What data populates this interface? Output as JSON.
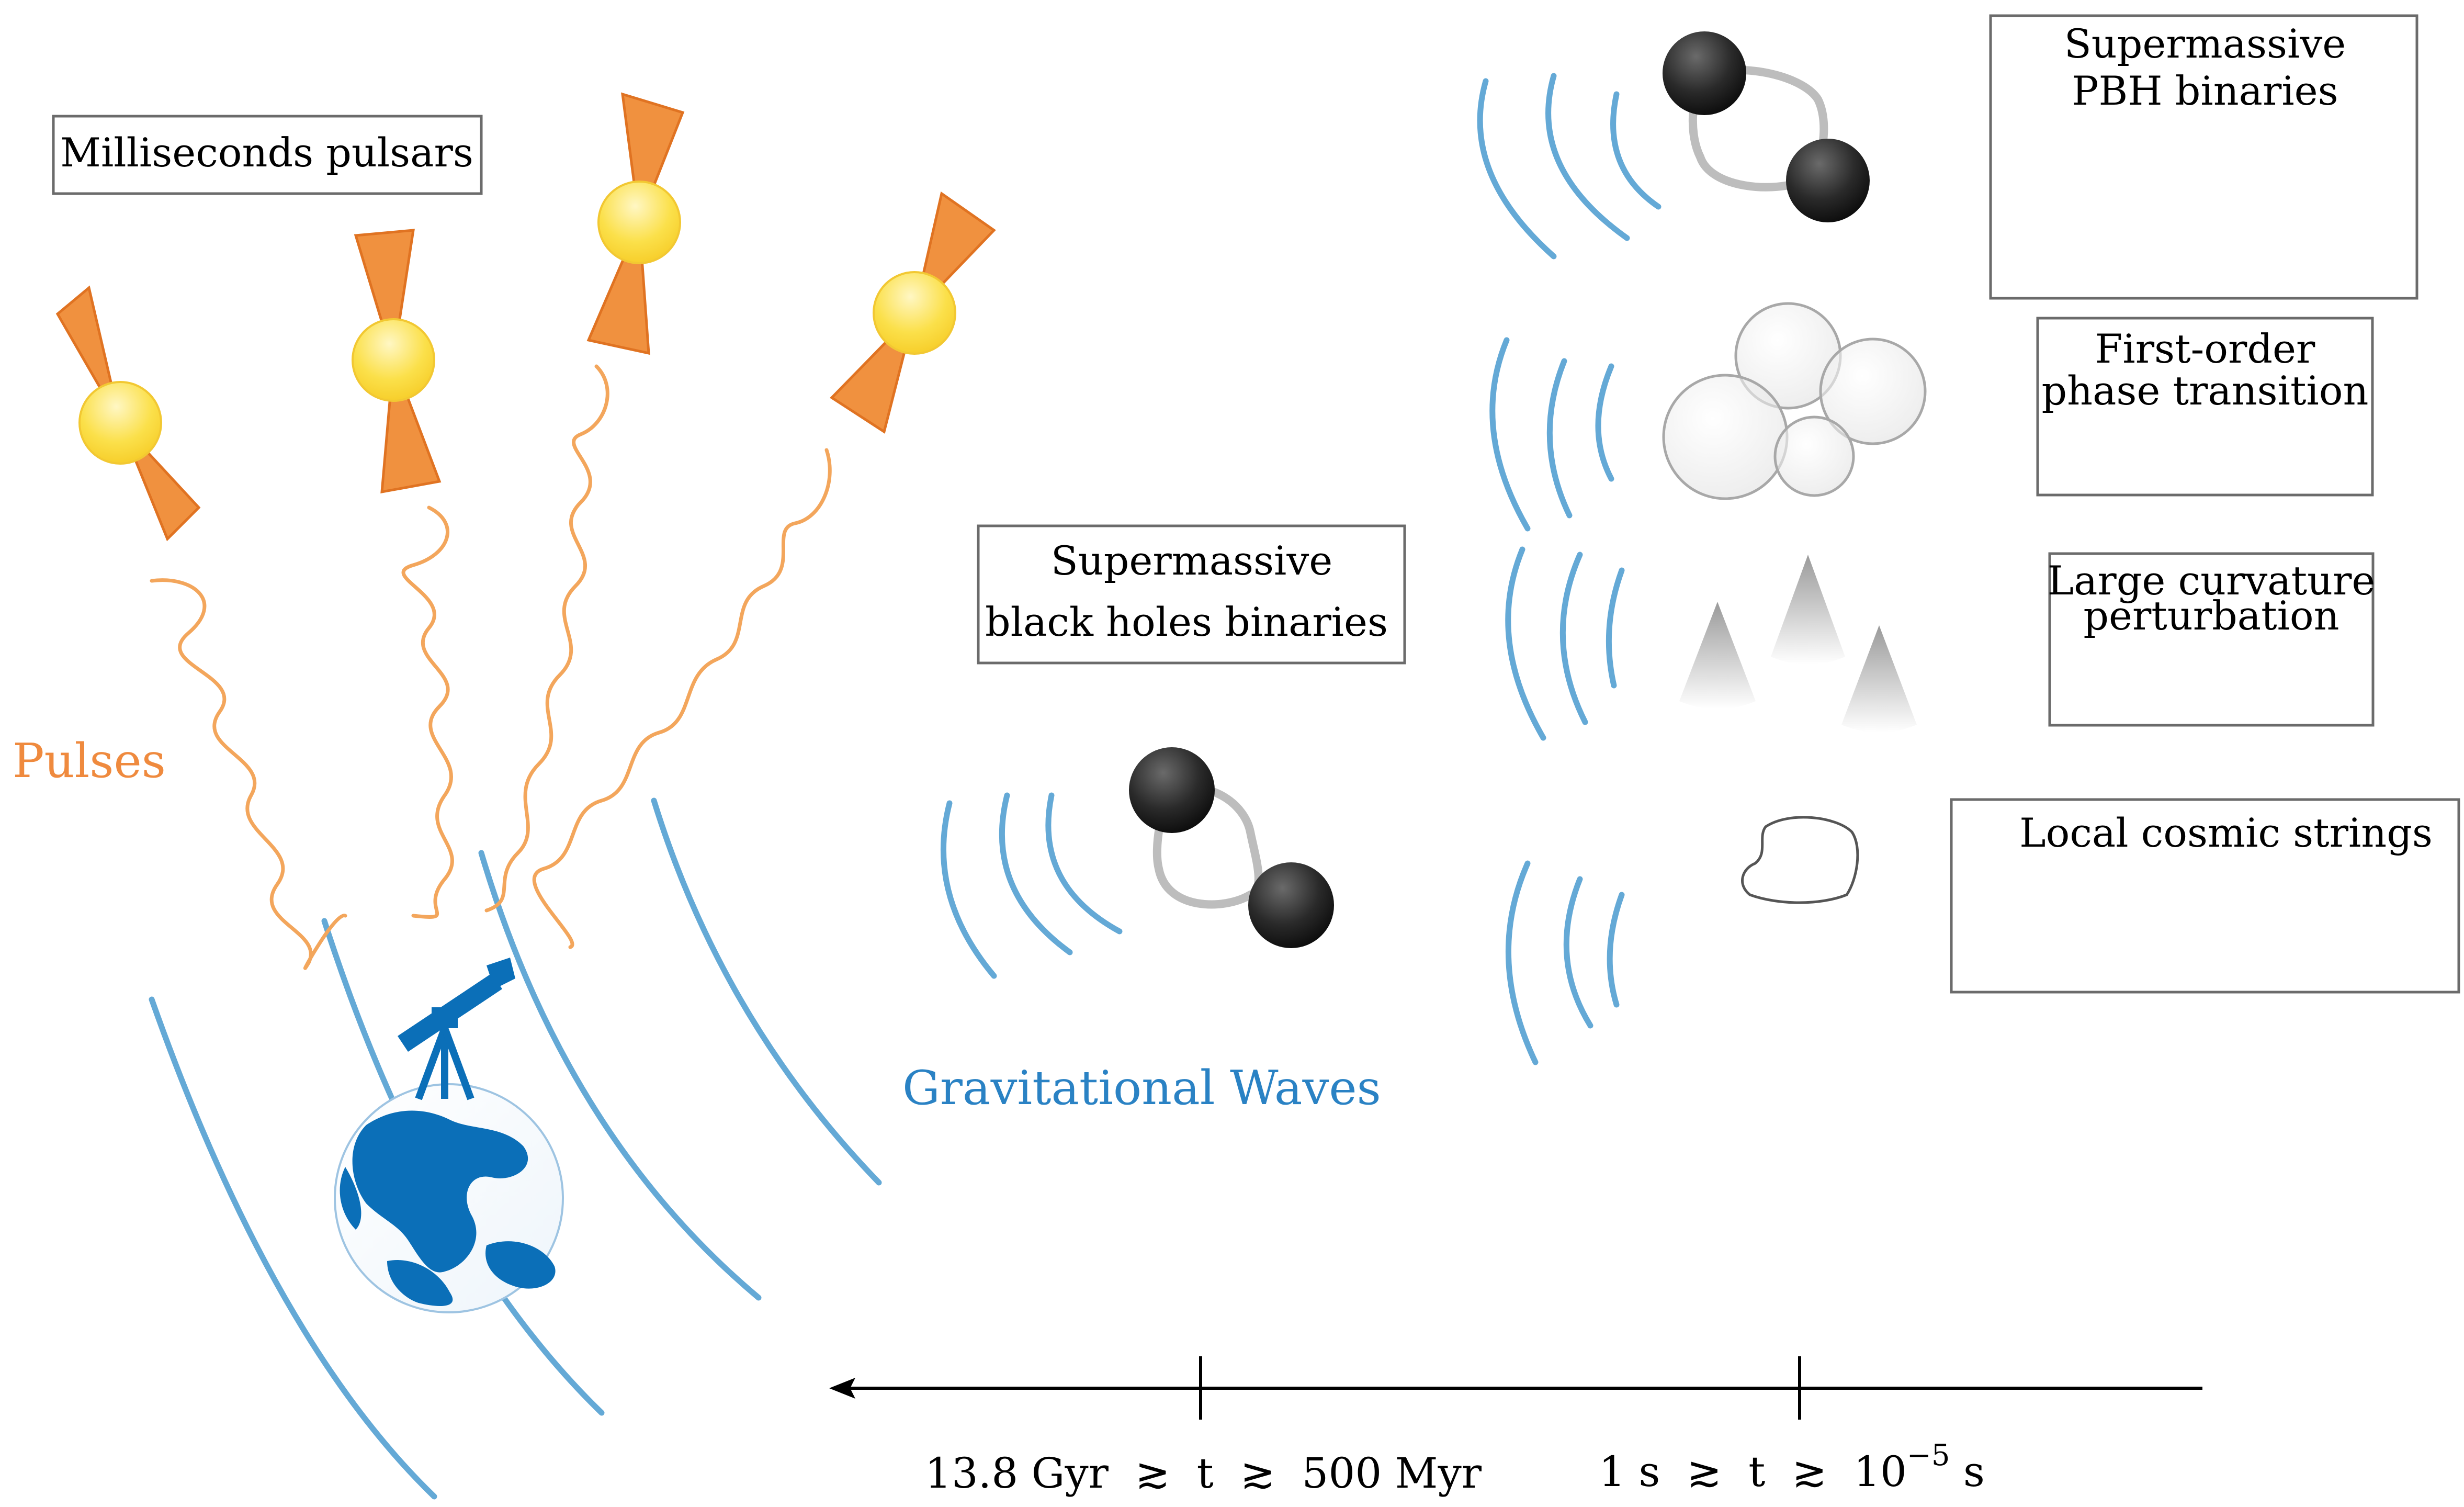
{
  "labels": {
    "pulsars_box": "Milliseconds pulsars",
    "pulses": "Pulses",
    "gravitational_waves": "Gravitational Waves",
    "smbh_line1": "Supermassive",
    "smbh_line2": "black holes binaries",
    "pbh_line1": "Supermassive",
    "pbh_line2": "PBH binaries",
    "fopt_line1": "First-order",
    "fopt_line2": "phase transition",
    "curv_line1": "Large curvature",
    "curv_line2": "perturbation",
    "strings": "Local cosmic strings"
  },
  "timeline": {
    "left_range": "13.8 Gyr  ≳  t  ≳  500 Myr",
    "right_prefix": "1 s  ≳  t  ≳  10",
    "right_exponent": "−5",
    "right_suffix": " s"
  },
  "colors": {
    "pulse_orange": "#ef8a3e",
    "gw_blue": "#64a9d6",
    "earth_blue": "#0b6fb8",
    "pulsar_yellow": "#f8d92a"
  }
}
